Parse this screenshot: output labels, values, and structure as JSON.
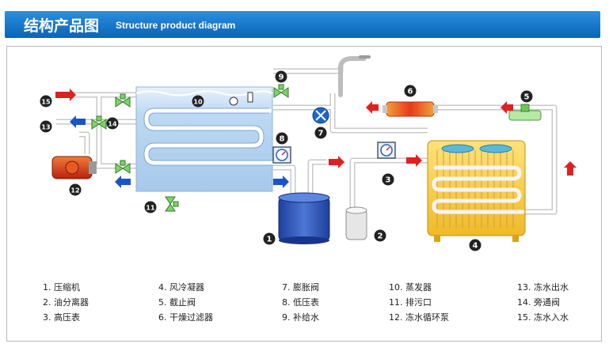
{
  "header": {
    "title_cn": "结构产品图",
    "title_en": "Structure product diagram"
  },
  "diagram": {
    "markers": [
      "1",
      "2",
      "3",
      "4",
      "5",
      "6",
      "7",
      "8",
      "9",
      "10",
      "11",
      "12",
      "13",
      "14",
      "15"
    ]
  },
  "legend": {
    "columns": [
      [
        "1. 压缩机",
        "2. 油分离器",
        "3. 高压表"
      ],
      [
        "4. 风冷凝器",
        "5. 截止阀",
        "6. 干燥过滤器"
      ],
      [
        "7. 膨胀阀",
        "8. 低压表",
        "9. 补给水"
      ],
      [
        "10. 蒸发器",
        "11. 排污口",
        "12. 冻水循环泵"
      ],
      [
        "13. 冻水出水",
        "14. 旁通阀",
        "15. 冻水入水"
      ]
    ]
  },
  "colors": {
    "banner": "#1777cc",
    "arrow_red": "#e02020",
    "arrow_blue": "#1a55c8",
    "pipe": "#d7d7d7",
    "marker": "#222222"
  }
}
